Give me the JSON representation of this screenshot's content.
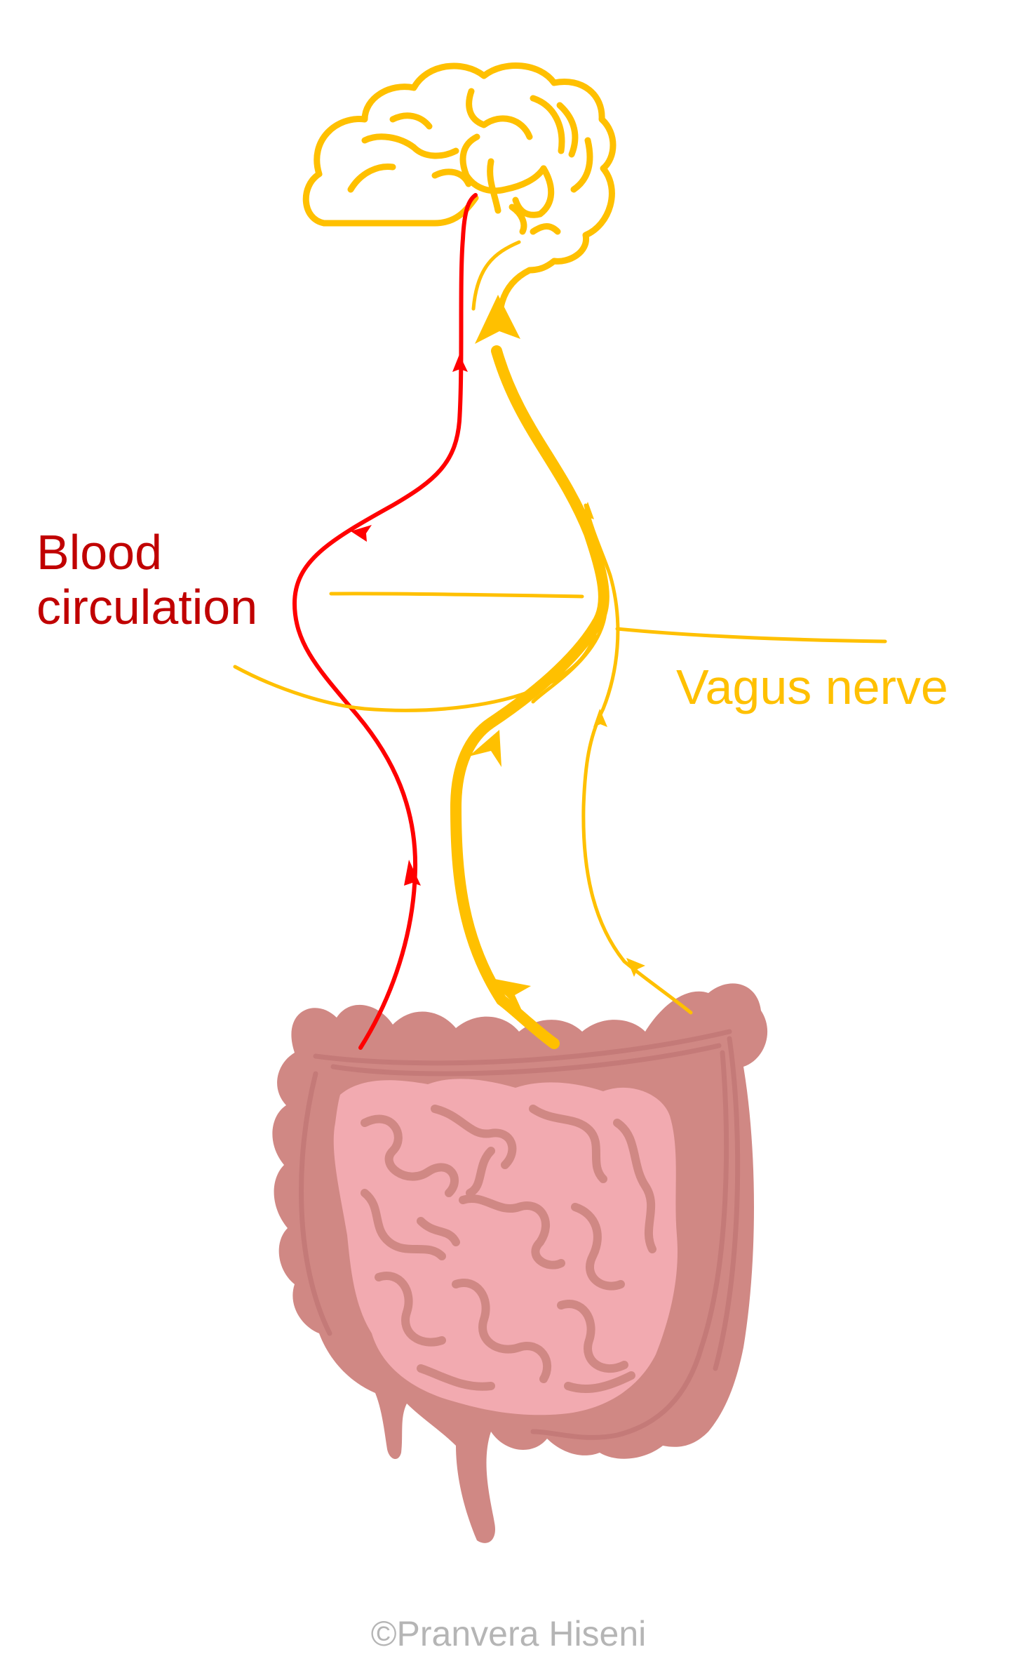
{
  "labels": {
    "blood_line1": "Blood",
    "blood_line2": "circulation",
    "vagus": "Vagus nerve",
    "credit": "©Pranvera Hiseni"
  },
  "colors": {
    "blood": "#ff0000",
    "blood_text": "#c00000",
    "nerve": "#ffc000",
    "intestine_outer": "#d08884",
    "intestine_inner": "#f2aab0",
    "intestine_line": "#c47a78",
    "credit": "#b5b5b5"
  },
  "icons": [
    "brain-icon",
    "intestine-icon"
  ]
}
